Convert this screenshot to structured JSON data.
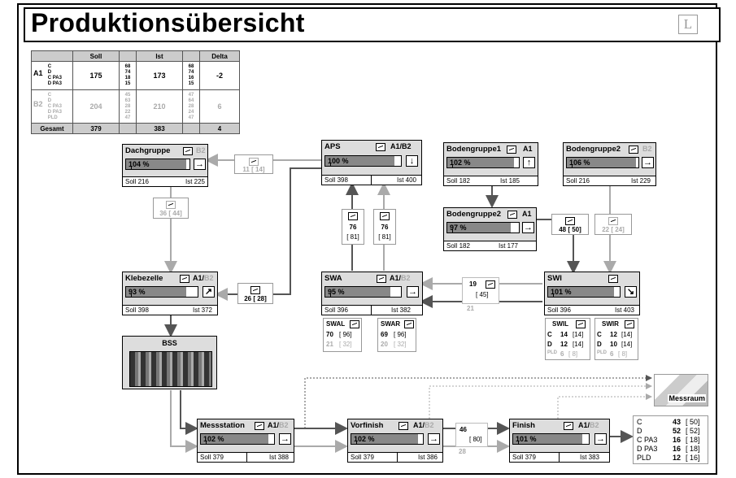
{
  "title": "Produktionsübersicht",
  "logo_letter": "L",
  "summary": {
    "headers": [
      "Soll",
      "Ist",
      "Delta"
    ],
    "a1": {
      "label": "A1",
      "subs": [
        "C",
        "D",
        "C PA3",
        "D PA3"
      ],
      "soll": "175",
      "soll_subs": [
        "68",
        "74",
        "18",
        "15"
      ],
      "ist": "173",
      "ist_subs": [
        "68",
        "74",
        "16",
        "15"
      ],
      "delta": "-2"
    },
    "b2": {
      "label": "B2",
      "subs": [
        "C",
        "D",
        "C PA3",
        "D PA3",
        "PLD"
      ],
      "soll": "204",
      "soll_subs": [
        "45",
        "63",
        "28",
        "22",
        "47"
      ],
      "ist": "210",
      "ist_subs": [
        "47",
        "64",
        "28",
        "24",
        "47"
      ],
      "delta": "6"
    },
    "total": {
      "label": "Gesamt",
      "soll": "379",
      "ist": "383",
      "delta": "4"
    }
  },
  "nodes": {
    "dachgruppe": {
      "name": "Dachgruppe",
      "tag": "B2",
      "pct": "104 %",
      "pct_value": 104,
      "arrow": "→",
      "soll": "Soll  216",
      "ist": "Ist  225"
    },
    "aps": {
      "name": "APS",
      "tag": "A1/B2",
      "pct": "100 %",
      "pct_value": 100,
      "arrow": "↓",
      "soll": "Soll  398",
      "ist": "Ist  400"
    },
    "bodengruppe1": {
      "name": "Bodengruppe1",
      "tag": "A1",
      "pct": "102 %",
      "pct_value": 102,
      "arrow": "↑",
      "soll": "Soll  182",
      "ist": "Ist  185"
    },
    "bodengruppe2_top": {
      "name": "Bodengruppe2",
      "tag": "B2",
      "pct": "106 %",
      "pct_value": 106,
      "arrow": "→",
      "soll": "Soll  216",
      "ist": "Ist  229"
    },
    "bodengruppe2_mid": {
      "name": "Bodengruppe2",
      "tag": "A1",
      "pct": "97 %",
      "pct_value": 97,
      "arrow": "→",
      "soll": "Soll  182",
      "ist": "Ist  177"
    },
    "klebezelle": {
      "name": "Klebezelle",
      "tag1": "A1/",
      "tag2": "B2",
      "pct": "93 %",
      "pct_value": 93,
      "arrow": "↗",
      "soll": "Soll  398",
      "ist": "Ist  372"
    },
    "swa": {
      "name": "SWA",
      "tag1": "A1/",
      "tag2": "B2",
      "pct": "95 %",
      "pct_value": 95,
      "arrow": "→",
      "soll": "Soll  396",
      "ist": "Ist  382"
    },
    "swi": {
      "name": "SWI",
      "tag": "",
      "pct": "101 %",
      "pct_value": 101,
      "arrow": "↘",
      "soll": "Soll  396",
      "ist": "Ist  403"
    },
    "messstation": {
      "name": "Messstation",
      "tag1": "A1/",
      "tag2": "B2",
      "pct": "102 %",
      "pct_value": 102,
      "arrow": "→",
      "soll": "Soll  379",
      "ist": "Ist  388"
    },
    "vorfinish": {
      "name": "Vorfinish",
      "tag1": "A1/",
      "tag2": "B2",
      "pct": "102 %",
      "pct_value": 102,
      "arrow": "→",
      "soll": "Soll  379",
      "ist": "Ist  386"
    },
    "finish": {
      "name": "Finish",
      "tag1": "A1/",
      "tag2": "B2",
      "pct": "101 %",
      "pct_value": 101,
      "arrow": "→",
      "soll": "Soll  379",
      "ist": "Ist  383"
    }
  },
  "flows": {
    "aps_to_dach": {
      "a": "11",
      "b": "[ 14]"
    },
    "dach_to_kleb": {
      "a": "36",
      "b": "[ 44]"
    },
    "swa_to_aps_l": {
      "a": "76",
      "b": "[ 81]"
    },
    "swa_to_aps_r": {
      "a": "76",
      "b": "[ 81]"
    },
    "bg2_to_swi": {
      "a": "48",
      "b": "[ 50]"
    },
    "bg2top_to_swi": {
      "a": "22",
      "b": "[ 24]"
    },
    "swa_to_kleb": {
      "a": "26",
      "b": "[ 28]"
    },
    "swi_to_swa": {
      "a": "19",
      "b": "[ 45]",
      "c": "21"
    },
    "vor_to_finish": {
      "a": "46",
      "b": "[ 80]",
      "c": "28"
    }
  },
  "side_cards": {
    "swal": {
      "title": "SWAL",
      "a": "70",
      "b": "[ 96]",
      "c": "21",
      "d": "[ 32]"
    },
    "swar": {
      "title": "SWAR",
      "a": "69",
      "b": "[ 96]",
      "c": "20",
      "d": "[ 32]"
    },
    "swil": {
      "title": "SWIL",
      "rows": [
        [
          "C",
          "14",
          "[14]"
        ],
        [
          "D",
          "12",
          "[14]"
        ],
        [
          "PLD",
          "6",
          "[ 8]"
        ]
      ]
    },
    "swir": {
      "title": "SWIR",
      "rows": [
        [
          "C",
          "12",
          "[14]"
        ],
        [
          "D",
          "10",
          "[14]"
        ],
        [
          "PLD",
          "6",
          "[ 8]"
        ]
      ]
    }
  },
  "bss_label": "BSS",
  "messraum_label": "Messraum",
  "output": [
    [
      "C",
      "43",
      "[ 50]"
    ],
    [
      "D",
      "52",
      "[ 52]"
    ],
    [
      "C PA3",
      "16",
      "[ 18]"
    ],
    [
      "D PA3",
      "16",
      "[ 18]"
    ],
    [
      "PLD",
      "12",
      "[ 16]"
    ]
  ]
}
